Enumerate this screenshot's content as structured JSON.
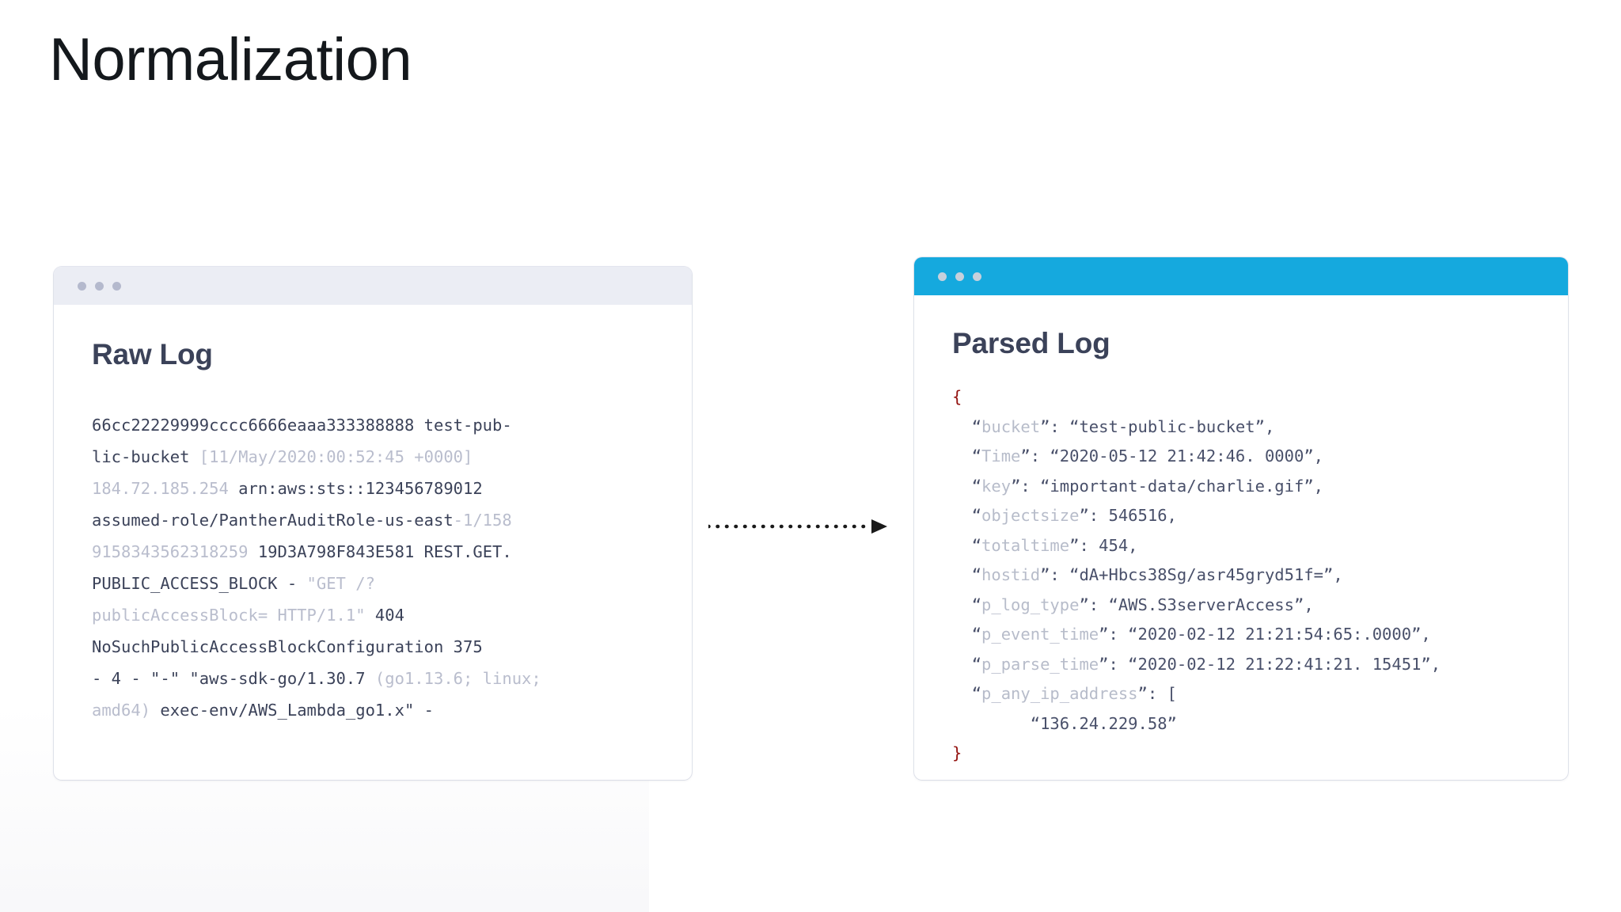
{
  "slide": {
    "title": "Normalization",
    "background_color": "#ffffff"
  },
  "arrow": {
    "name": "dotted-flow-arrow",
    "direction": "right",
    "color": "#1a1a1a",
    "style": "dotted-with-arrowhead"
  },
  "raw_card": {
    "heading": "Raw Log",
    "titlebar_color": "#ebedf4",
    "dot_color": "#b4b9cd",
    "heading_color": "#3b4259",
    "text_color": "#3b4259",
    "dim_text_color": "#b9bdcd",
    "lines": [
      [
        {
          "t": "66cc22229999cccc6666eaaa333388888 test-pub-",
          "dim": false
        }
      ],
      [
        {
          "t": "lic-bucket ",
          "dim": false
        },
        {
          "t": "[11/May/2020:00:52:45 +0000]",
          "dim": true
        }
      ],
      [
        {
          "t": "184.72.185.254 ",
          "dim": true
        },
        {
          "t": "arn:aws:sts::123456789012",
          "dim": false
        }
      ],
      [
        {
          "t": "assumed-role/PantherAuditRole-us-east",
          "dim": false
        },
        {
          "t": "-1/158",
          "dim": true
        }
      ],
      [
        {
          "t": "9158343562318259 ",
          "dim": true
        },
        {
          "t": "19D3A798F843E581 REST.GET.",
          "dim": false
        }
      ],
      [
        {
          "t": "PUBLIC_ACCESS_BLOCK - ",
          "dim": false
        },
        {
          "t": "\"GET /?",
          "dim": true
        }
      ],
      [
        {
          "t": "publicAccessBlock= HTTP/1.1\" ",
          "dim": true
        },
        {
          "t": "404",
          "dim": false
        }
      ],
      [
        {
          "t": "NoSuchPublicAccessBlockConfiguration 375",
          "dim": false
        }
      ],
      [
        {
          "t": "- 4 - \"-\" \"aws-sdk-go/1.30.7 ",
          "dim": false
        },
        {
          "t": "(go1.13.6; linux;",
          "dim": true
        }
      ],
      [
        {
          "t": "amd64) ",
          "dim": true
        },
        {
          "t": "exec-env/AWS_Lambda_go1.x\" -",
          "dim": false
        }
      ]
    ]
  },
  "parsed_card": {
    "heading": "Parsed Log",
    "titlebar_color": "#15a9de",
    "dot_color": "#c7d0dc",
    "heading_color": "#3b4259",
    "brace_color": "#93120f",
    "key_color": "#b7bcca",
    "value_color": "#49506a",
    "lines": [
      [
        {
          "t": "{",
          "c": "brace"
        }
      ],
      [
        {
          "t": "  “",
          "c": "punct"
        },
        {
          "t": "bucket",
          "c": "key"
        },
        {
          "t": "”: “test-public-bucket”,",
          "c": "val"
        }
      ],
      [
        {
          "t": "  “",
          "c": "punct"
        },
        {
          "t": "Time",
          "c": "key"
        },
        {
          "t": "”: “2020-05-12 21:42:46. 0000”,",
          "c": "val"
        }
      ],
      [
        {
          "t": "  “",
          "c": "punct"
        },
        {
          "t": "key",
          "c": "key"
        },
        {
          "t": "”: “important-data/charlie.gif”,",
          "c": "val"
        }
      ],
      [
        {
          "t": "  “",
          "c": "punct"
        },
        {
          "t": "objectsize",
          "c": "key"
        },
        {
          "t": "”: 546516,",
          "c": "val"
        }
      ],
      [
        {
          "t": "  “",
          "c": "punct"
        },
        {
          "t": "totaltime",
          "c": "key"
        },
        {
          "t": "”: 454,",
          "c": "val"
        }
      ],
      [
        {
          "t": "  “",
          "c": "punct"
        },
        {
          "t": "hostid",
          "c": "key"
        },
        {
          "t": "”: “dA+Hbcs38Sg/asr45gryd51f=”,",
          "c": "val"
        }
      ],
      [
        {
          "t": "  “",
          "c": "punct"
        },
        {
          "t": "p_log_type",
          "c": "key"
        },
        {
          "t": "”: “AWS.S3serverAccess”,",
          "c": "val"
        }
      ],
      [
        {
          "t": "  “",
          "c": "punct"
        },
        {
          "t": "p_event_time",
          "c": "key"
        },
        {
          "t": "”: “2020-02-12 21:21:54:65:.0000”,",
          "c": "val"
        }
      ],
      [
        {
          "t": "  “",
          "c": "punct"
        },
        {
          "t": "p_parse_time",
          "c": "key"
        },
        {
          "t": "”: “2020-02-12 21:22:41:21. 15451”,",
          "c": "val"
        }
      ],
      [
        {
          "t": "  “",
          "c": "punct"
        },
        {
          "t": "p_any_ip_address",
          "c": "key"
        },
        {
          "t": "”: [",
          "c": "val"
        }
      ],
      [
        {
          "t": "        “136.24.229.58”",
          "c": "val"
        }
      ],
      [
        {
          "t": "}",
          "c": "brace"
        }
      ]
    ]
  }
}
